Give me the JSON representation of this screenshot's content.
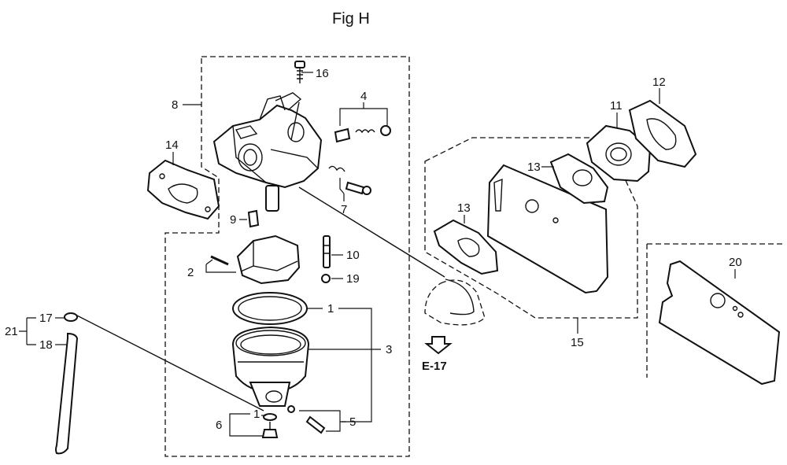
{
  "figure": {
    "title": "Fig H",
    "callouts": {
      "c1a": "1",
      "c1b": "1",
      "c2": "2",
      "c3": "3",
      "c4": "4",
      "c5": "5",
      "c6": "6",
      "c7": "7",
      "c8": "8",
      "c9": "9",
      "c10": "10",
      "c11": "11",
      "c12": "12",
      "c13a": "13",
      "c13b": "13",
      "c14": "14",
      "c15": "15",
      "c16": "16",
      "c17": "17",
      "c18": "18",
      "c19": "19",
      "c20": "20",
      "c21": "21"
    },
    "reference": "E-17",
    "line_color": "#111111",
    "background": "#ffffff"
  }
}
